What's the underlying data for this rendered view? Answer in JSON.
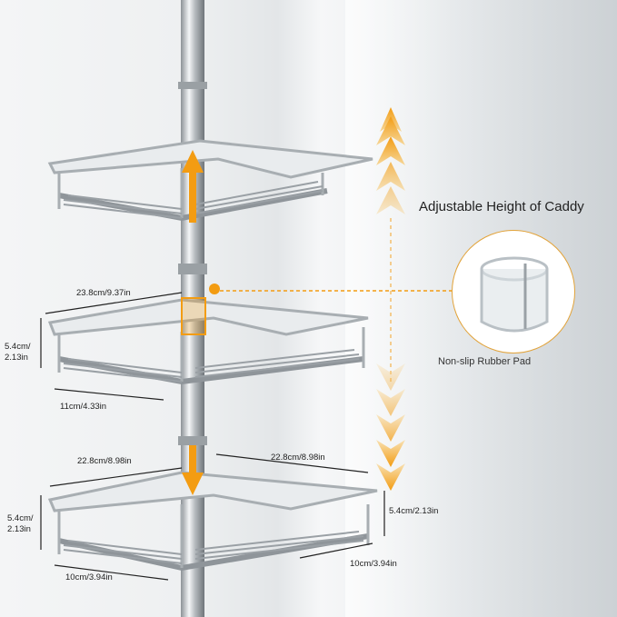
{
  "feature_title": "Adjustable Height of Caddy",
  "pad_label": "Non-slip Rubber Pad",
  "dimensions": {
    "top_width": "23.8cm/9.37in",
    "mid_height": "5.4cm/\n2.13in",
    "mid_depth": "11cm/4.33in",
    "bottom_left_width": "22.8cm/8.98in",
    "bottom_right_width": "22.8cm/8.98in",
    "bottom_left_height": "5.4cm/\n2.13in",
    "bottom_right_height": "5.4cm/2.13in",
    "bottom_left_depth": "10cm/3.94in",
    "bottom_right_depth": "10cm/3.94in"
  },
  "colors": {
    "accent": "#f39c12",
    "dim_line": "#222222",
    "metal": "#b7bcc0"
  }
}
